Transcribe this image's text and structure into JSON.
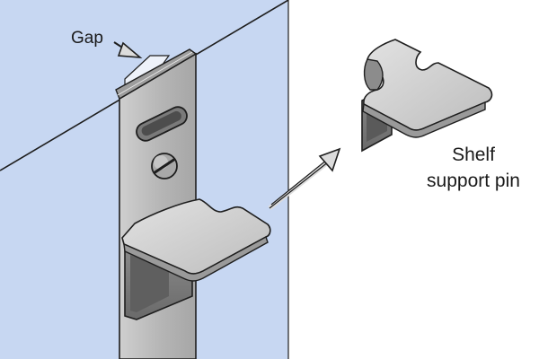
{
  "labels": {
    "gap": "Gap",
    "shelf_support_pin_line1": "Shelf",
    "shelf_support_pin_line2": "support pin"
  },
  "colors": {
    "wall": "#c7d7f2",
    "background": "#ffffff",
    "metal": "#b9b9b9",
    "metal_light": "#d6d6d6",
    "metal_dark": "#6f6f6f",
    "outline": "#1e1e1e"
  },
  "icons": {
    "gap_arrow": "arrow-right-down",
    "pointer_arrow": "arrow-up-right"
  }
}
